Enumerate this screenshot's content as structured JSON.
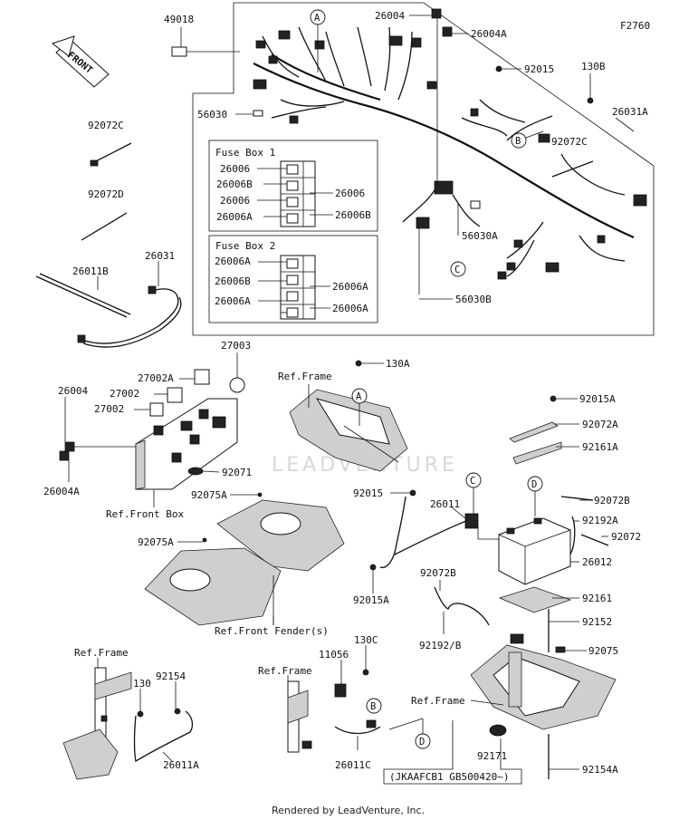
{
  "diagram_code": "F2760",
  "front_arrow_label": "FRONT",
  "callout_letters": [
    "A",
    "B",
    "C",
    "D"
  ],
  "fuse_box_1": {
    "title": "Fuse Box 1",
    "left_labels": [
      "26006",
      "26006B",
      "26006",
      "26006A"
    ],
    "right_labels": [
      "26006",
      "26006B"
    ]
  },
  "fuse_box_2": {
    "title": "Fuse Box 2",
    "left_labels": [
      "26006A",
      "26006B",
      "26006A"
    ],
    "right_labels": [
      "26006A",
      "26006A"
    ]
  },
  "part_labels": {
    "p49018": "49018",
    "p26004_top": "26004",
    "p26004A_top": "26004A",
    "p92015": "92015",
    "p130B": "130B",
    "p56030": "56030",
    "p26031A": "26031A",
    "p92072C_left": "92072C",
    "p92072C_right": "92072C",
    "p92072D": "92072D",
    "p26011B": "26011B",
    "p26031": "26031",
    "p56030A": "56030A",
    "p56030B": "56030B",
    "p27003": "27003",
    "p27002A": "27002A",
    "p27002_a": "27002",
    "p27002_b": "27002",
    "p26004_mid": "26004",
    "p26004A_mid": "26004A",
    "p92071": "92071",
    "p92075A_a": "92075A",
    "p92075A_b": "92075A",
    "p130A": "130A",
    "p92015A_right": "92015A",
    "p92072A": "92072A",
    "p92161A": "92161A",
    "p92015_mid": "92015",
    "p26011": "26011",
    "p92072B_right": "92072B",
    "p92192A": "92192A",
    "p92072": "92072",
    "p26012": "26012",
    "p92072B_mid": "92072B",
    "p92015A_mid": "92015A",
    "p92161": "92161",
    "p92192B": "92192/B",
    "p92152": "92152",
    "p92075": "92075",
    "p11056": "11056",
    "p130C": "130C",
    "p130": "130",
    "p92154": "92154",
    "p26011A": "26011A",
    "p26011C": "26011C",
    "p92171": "92171",
    "p92154A": "92154A"
  },
  "reference_labels": {
    "ref_frame_top": "Ref.Frame",
    "ref_front_box": "Ref.Front Box",
    "ref_front_fender": "Ref.Front Fender(s)",
    "ref_frame_bl": "Ref.Frame",
    "ref_frame_bm": "Ref.Frame",
    "ref_frame_br": "Ref.Frame"
  },
  "serial_note": "(JKAAFCB1 GB500420~)",
  "watermark": "LEADVENTURE",
  "footer": "Rendered by LeadVenture, Inc."
}
